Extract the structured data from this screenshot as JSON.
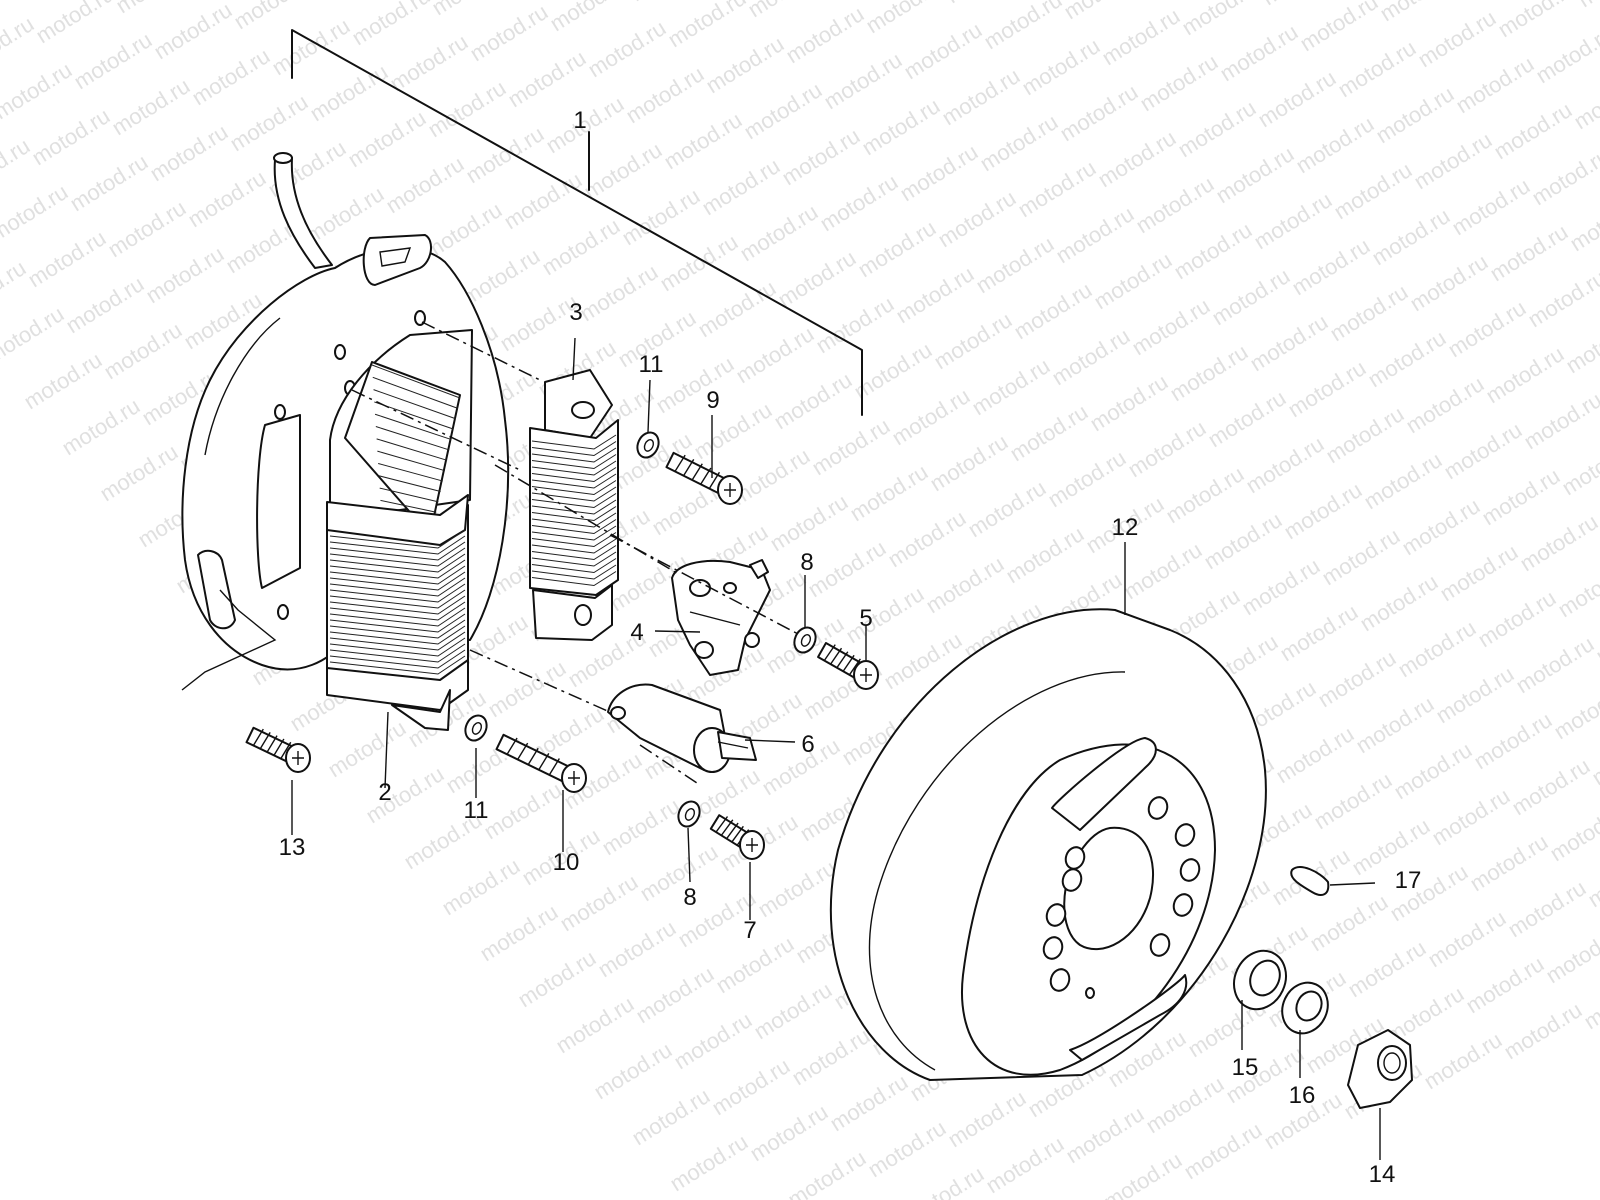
{
  "watermark": {
    "text": "motod.ru"
  },
  "callouts": {
    "c1": "1",
    "c2": "2",
    "c3": "3",
    "c4": "4",
    "c5": "5",
    "c6": "6",
    "c7": "7",
    "c8a": "8",
    "c8b": "8",
    "c9": "9",
    "c10": "10",
    "c11a": "11",
    "c11b": "11",
    "c12": "12",
    "c13": "13",
    "c14": "14",
    "c15": "15",
    "c16": "16",
    "c17": "17"
  }
}
